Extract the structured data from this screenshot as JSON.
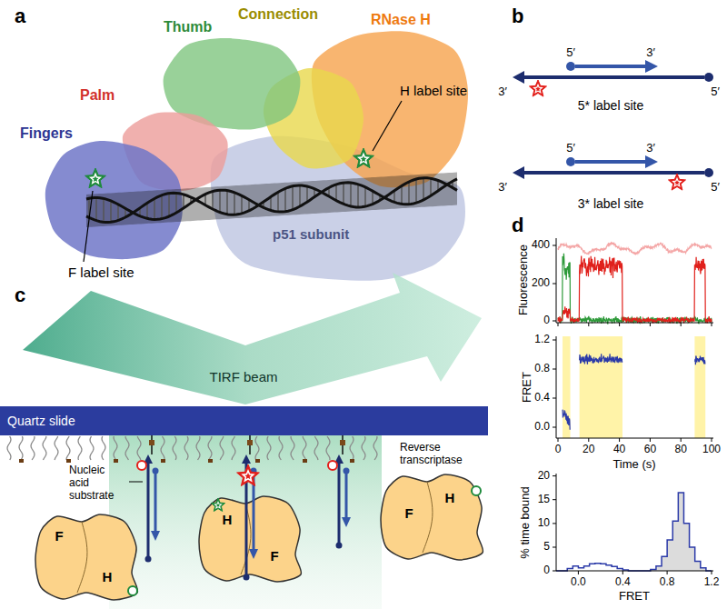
{
  "diagram": {
    "nodes": [
      {
        "text": [
          "Quartz slide"
        ]
      }
    ],
    "labels": [
      "a",
      "Thumb",
      "Connection",
      "RNase H",
      "Palm",
      "Fingers",
      "H label site",
      "F label site",
      "p51 subunit",
      "b",
      "5′",
      "3′",
      "3′",
      "5′",
      "5* label site",
      "5′",
      "3′",
      "3′",
      "5′",
      "3* label site",
      "c",
      "TIRF beam",
      "Nucleic acid substrate",
      "Reverse transcriptase",
      "F",
      "H",
      "H",
      "F",
      "F",
      "H",
      "d",
      "Fluorescence",
      "400",
      "200",
      "0",
      "FRET",
      "1.2",
      "0.8",
      "0.4",
      "0.0",
      "0",
      "20",
      "40",
      "60",
      "80",
      "100",
      "Time (s)",
      "% time bound",
      "20",
      "15",
      "10",
      "5",
      "0",
      "0.0",
      "0.4",
      "0.8",
      "1.2",
      "FRET"
    ]
  }
}
